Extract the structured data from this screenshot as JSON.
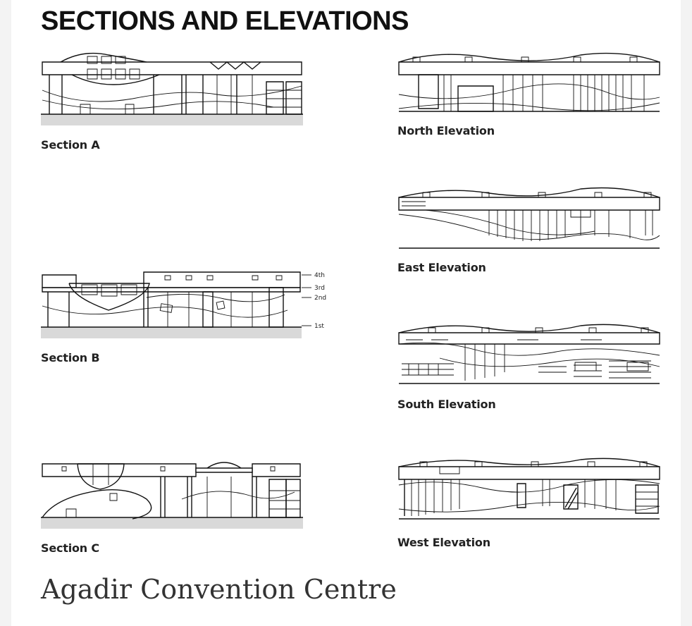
{
  "heading": "SECTIONS AND ELEVATIONS",
  "drawings": {
    "section_a": {
      "label": "Section A"
    },
    "section_b": {
      "label": "Section B",
      "levels": [
        "4th",
        "3rd",
        "2nd",
        "1st"
      ]
    },
    "section_c": {
      "label": "Section C"
    },
    "north": {
      "label": "North Elevation"
    },
    "east": {
      "label": "East Elevation"
    },
    "south": {
      "label": "South Elevation"
    },
    "west": {
      "label": "West Elevation"
    }
  },
  "footer_caption": "Agadir Convention Centre"
}
